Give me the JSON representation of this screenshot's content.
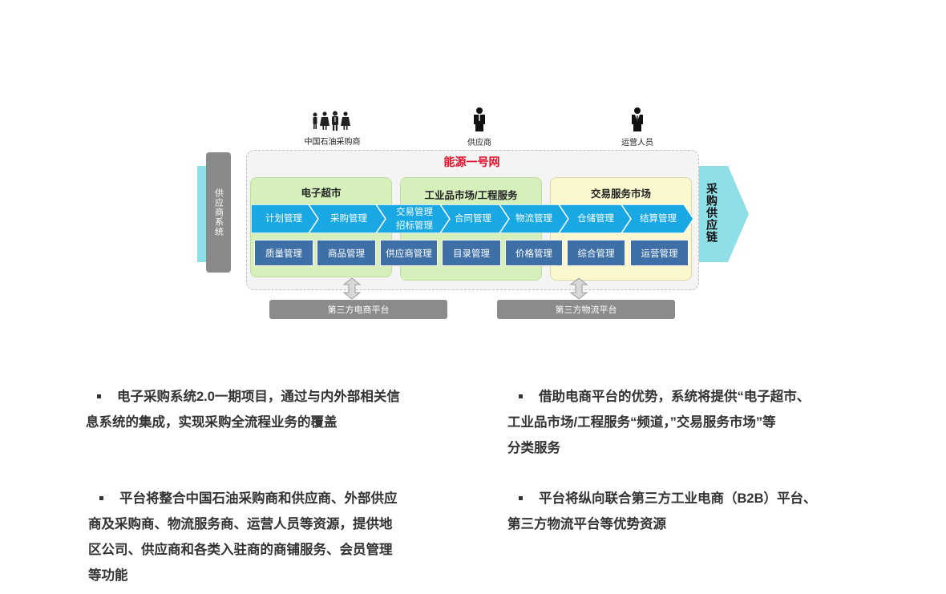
{
  "diagram": {
    "actors": [
      {
        "label": "中国石油采购商",
        "icon": "group-people-icon"
      },
      {
        "label": "供应商",
        "icon": "supplier-icon"
      },
      {
        "label": "运营人员",
        "icon": "operator-icon"
      }
    ],
    "left_tab": "供应商系统",
    "platform_title": "能源一号网",
    "right_label": "采购供应链",
    "modules": [
      {
        "title": "电子超市"
      },
      {
        "title": "工业品市场/工程服务"
      },
      {
        "title": "交易服务市场"
      }
    ],
    "flow": [
      {
        "label": "计划管理"
      },
      {
        "label": "采购管理"
      },
      {
        "label": "交易管理",
        "label2": "招标管理"
      },
      {
        "label": "合同管理"
      },
      {
        "label": "物流管理"
      },
      {
        "label": "仓储管理"
      },
      {
        "label": "结算管理"
      }
    ],
    "services": [
      "质量管理",
      "商品管理",
      "供应商管理",
      "目录管理",
      "价格管理",
      "综合管理",
      "运营管理"
    ],
    "third_party": [
      "第三方电商平台",
      "第三方物流平台"
    ],
    "colors": {
      "accent_red": "#e0102b",
      "chevron_blue": "#19a8e4",
      "service_blue": "#3e6fa6",
      "module_green": "#d6f0bc",
      "module_yellow": "#fbf8cf",
      "arrow_cyan": "#8fdfe8",
      "gray": "#8b8b8b"
    }
  },
  "bullets": [
    {
      "lines": [
        "电子采购系统2.0一期项目，通过与内外部相关信",
        "息系统的集成，实现采购全流程业务的覆盖"
      ]
    },
    {
      "lines": [
        "借助电商平台的优势，系统将提供“电子超市、",
        "工业品市场/工程服务“频道，”交易服务市场”等",
        "分类服务"
      ]
    },
    {
      "lines": [
        "平台将整合中国石油采购商和供应商、外部供应",
        "商及采购商、物流服务商、运营人员等资源，提供地",
        "区公司、供应商和各类入驻商的商铺服务、会员管理",
        "等功能"
      ]
    },
    {
      "lines": [
        "平台将纵向联合第三方工业电商（B2B）平台、",
        "第三方物流平台等优势资源"
      ]
    }
  ]
}
